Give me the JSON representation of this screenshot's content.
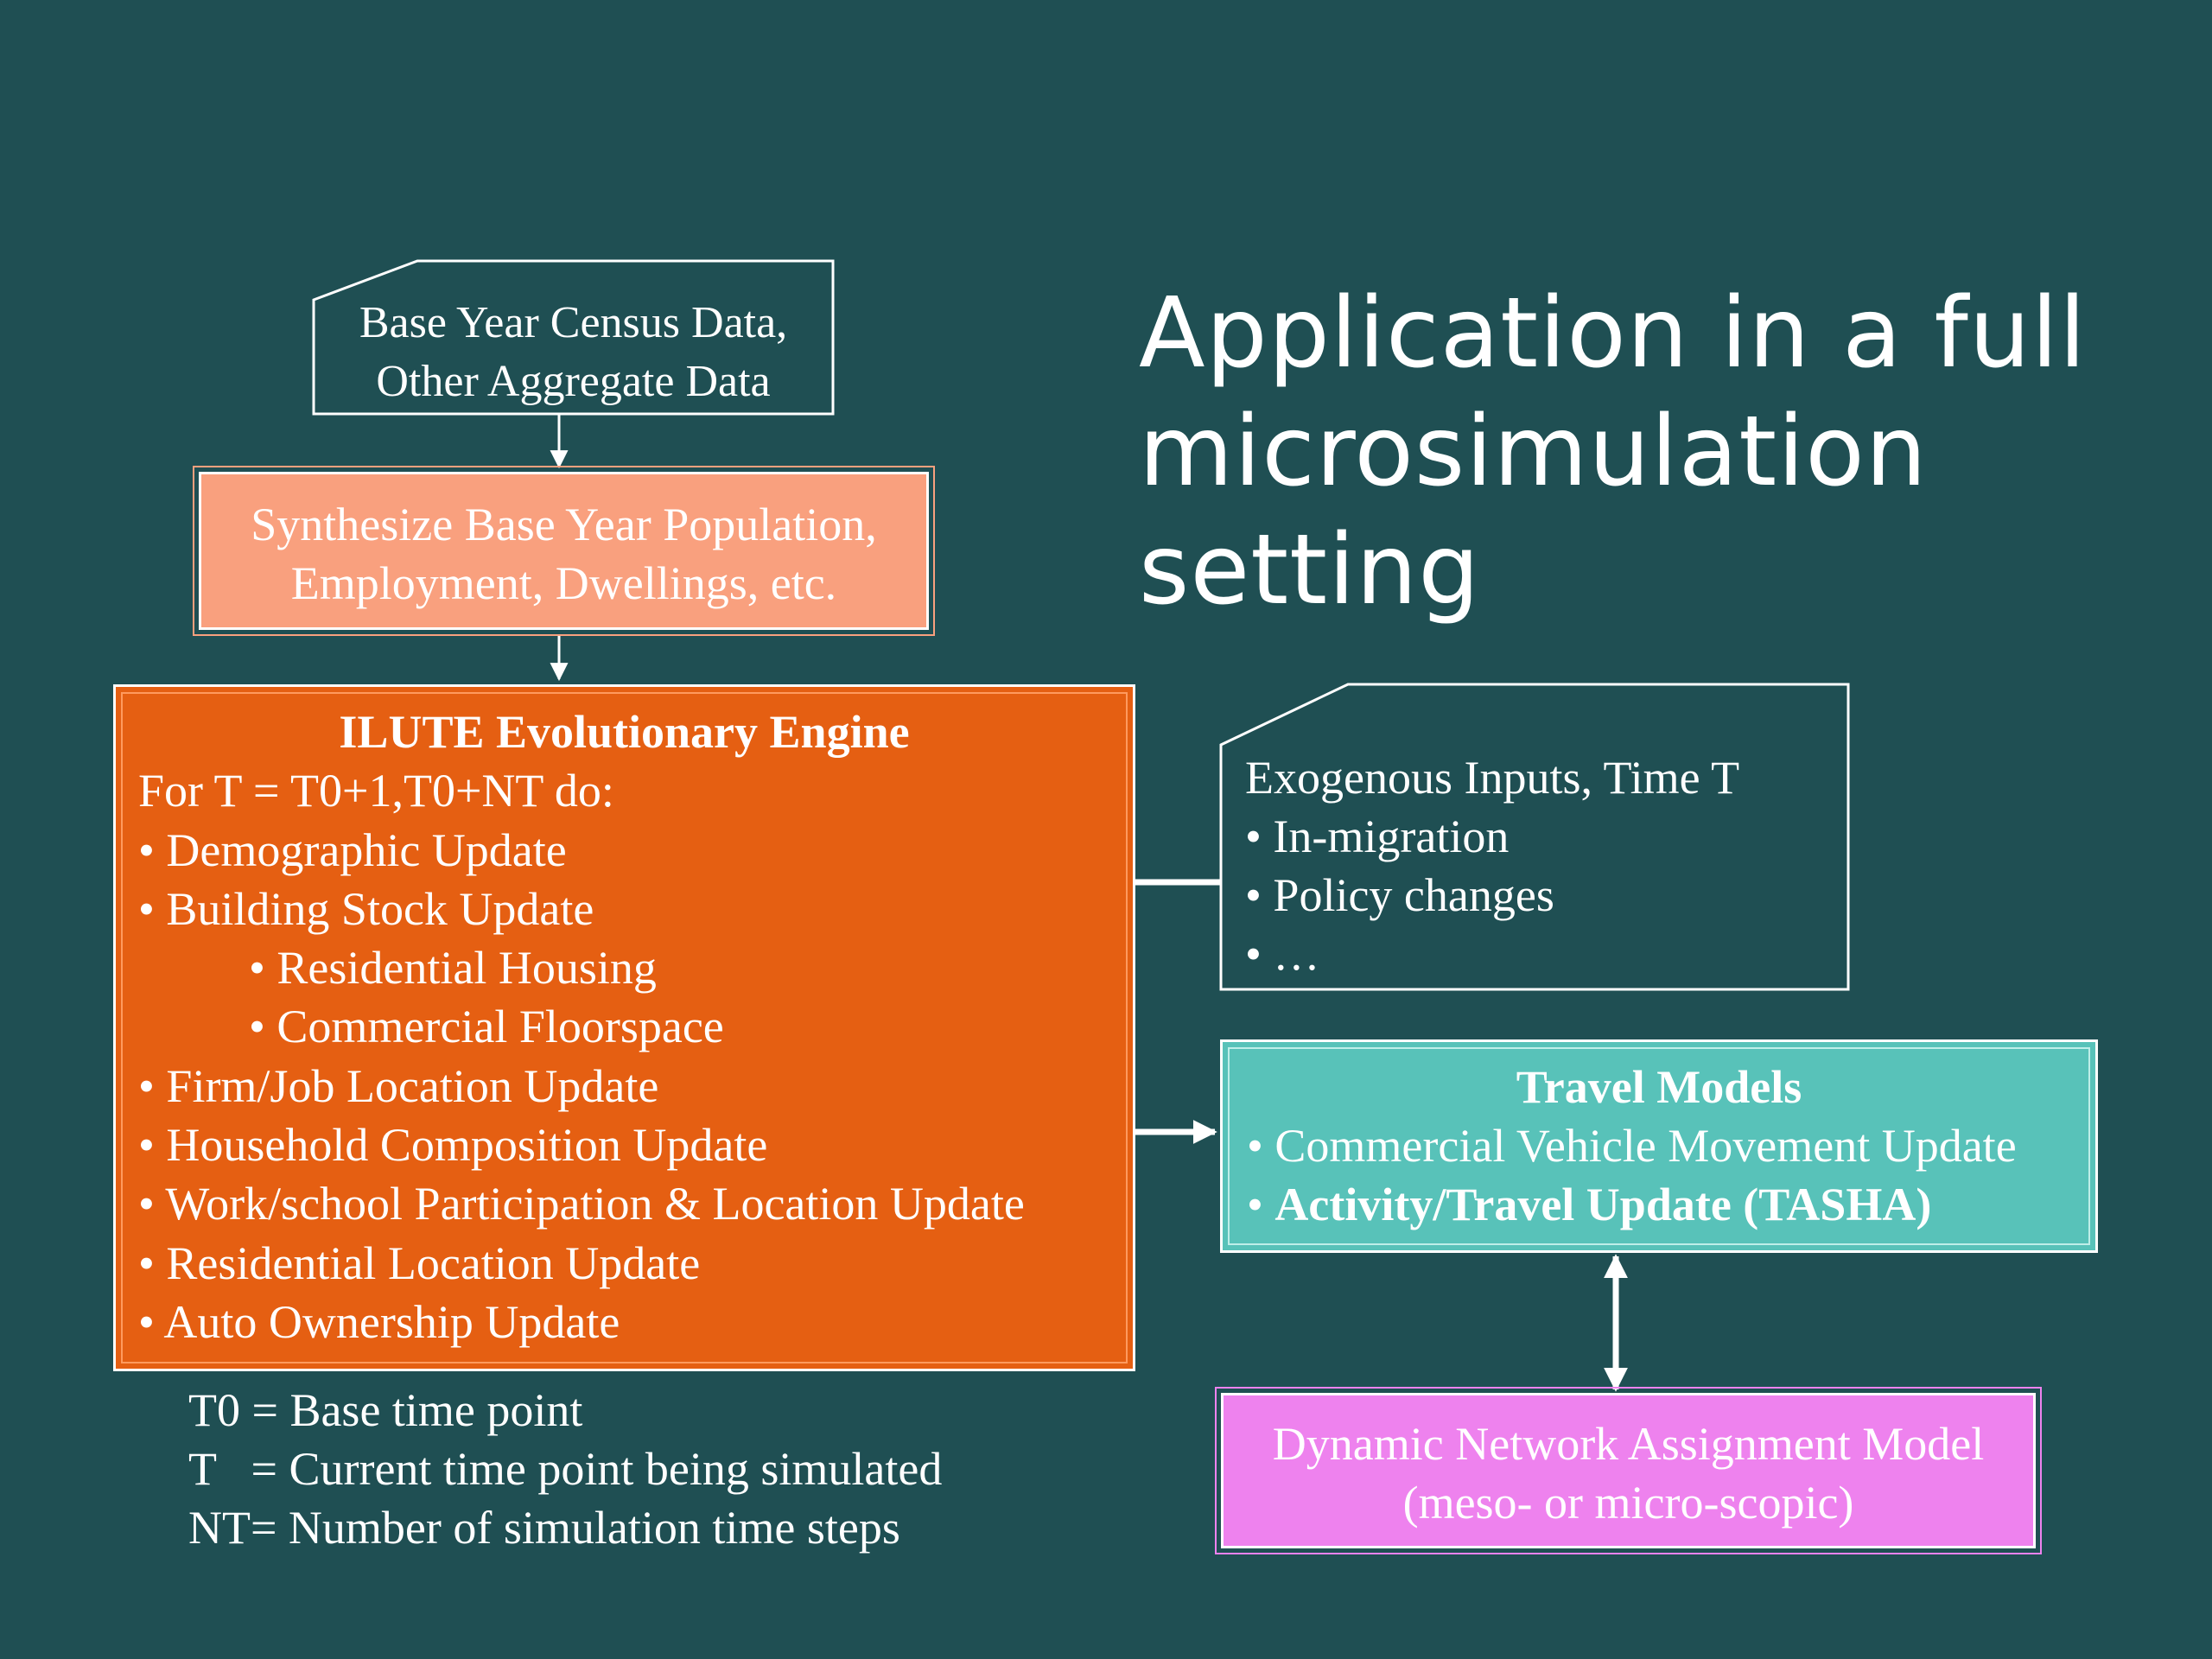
{
  "title": {
    "line1": "Application in a full",
    "line2": "microsimulation",
    "line3": "setting"
  },
  "census_box": {
    "line1": "Base Year Census Data,",
    "line2": "Other Aggregate Data"
  },
  "synth_box": {
    "line1": "Synthesize Base Year Population,",
    "line2": "Employment, Dwellings, etc."
  },
  "engine_box": {
    "title": "ILUTE Evolutionary Engine",
    "loop": "For T = T0+1,T0+NT do:",
    "items": [
      "• Demographic Update",
      "• Building Stock Update",
      "• Residential Housing",
      "• Commercial Floorspace",
      "• Firm/Job Location Update",
      "• Household Composition Update",
      "• Work/school Participation & Location Update",
      "• Residential Location Update",
      "• Auto Ownership Update"
    ]
  },
  "legend": {
    "t0": "T0 = Base time point",
    "t": "T   = Current time point being simulated",
    "nt": "NT= Number of simulation time steps"
  },
  "exo_box": {
    "title": "Exogenous Inputs, Time T",
    "items": [
      "• In-migration",
      "• Policy changes",
      "• …"
    ]
  },
  "travel_box": {
    "title": "Travel Models",
    "item1": "• Commercial Vehicle Movement Update",
    "item2_bullet": "• ",
    "item2": "Activity/Travel Update (TASHA)"
  },
  "dna_box": {
    "line1": "Dynamic Network Assignment Model",
    "line2": "(meso- or micro-scopic)"
  },
  "colors": {
    "background": "#1f4f53",
    "synth_fill": "#f9a07e",
    "engine_fill": "#e55f12",
    "travel_fill": "#58c2b9",
    "dna_fill": "#ee82ee",
    "lines": "#ffffff"
  }
}
